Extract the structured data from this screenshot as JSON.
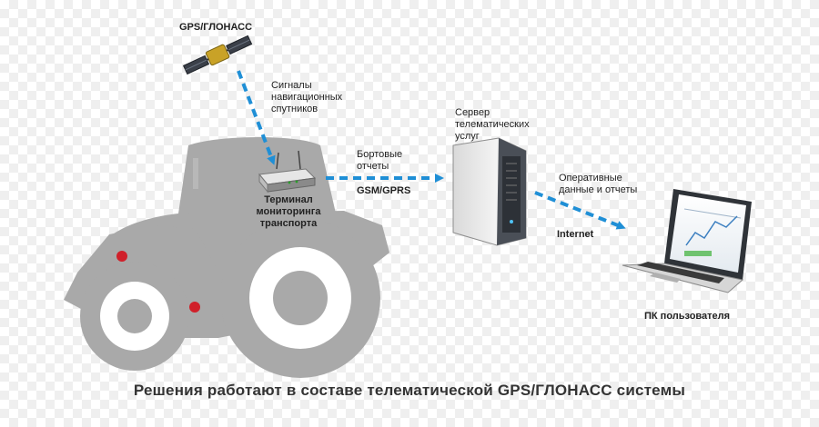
{
  "labels": {
    "satellite": "GPS/ГЛОНАСС",
    "signals": [
      "Сигналы",
      "навигационных",
      "спутников"
    ],
    "terminal": [
      "Терминал",
      "мониторинга",
      "транспорта"
    ],
    "onboard_reports": [
      "Бортовые",
      "отчеты"
    ],
    "gsm": "GSM/GPRS",
    "server": [
      "Сервер",
      "телематических",
      "услуг"
    ],
    "operational": [
      "Оперативные",
      "данные и отчеты"
    ],
    "internet": "Internet",
    "pc": "ПК пользователя"
  },
  "caption": "Решения работают в составе телематической  GPS/ГЛОНАСС системы",
  "colors": {
    "tractor": "#a9a9a9",
    "tractor_light": "#c4c4c4",
    "wheel_hub": "#ffffff",
    "arrow": "#1f8fd6",
    "lamp": "#d0202a"
  }
}
